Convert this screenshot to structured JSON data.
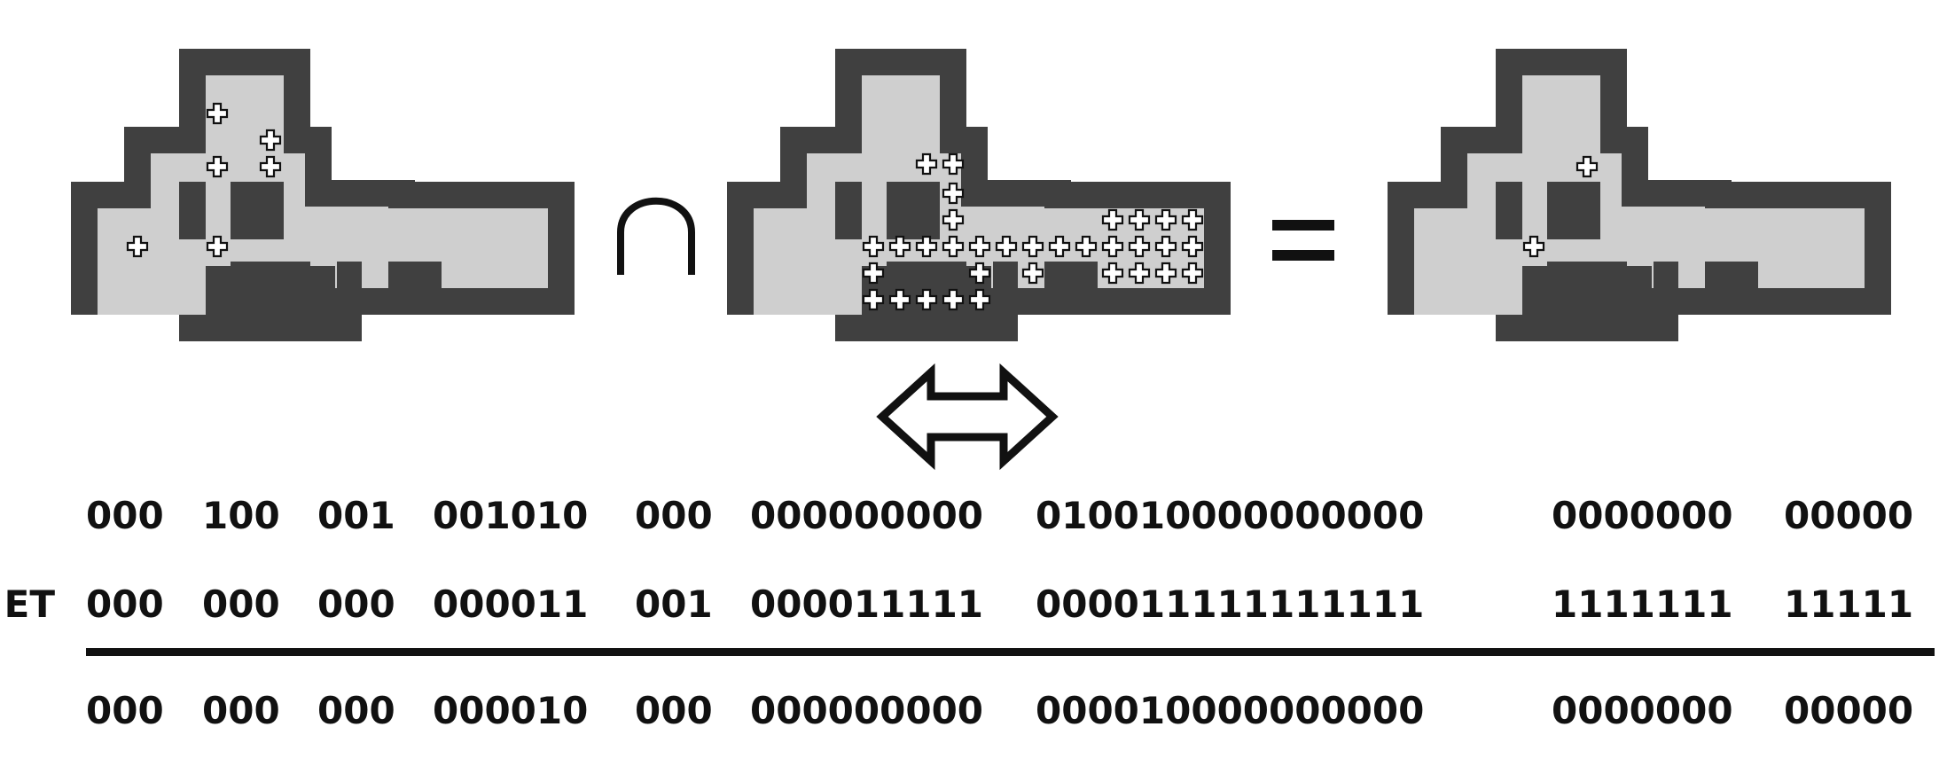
{
  "colors": {
    "wall": "#404040",
    "floor": "#cfcfcf",
    "outline": "#111111",
    "marker_fill": "#ffffff",
    "text": "#111111"
  },
  "operators": {
    "intersection": "∩",
    "equals": "="
  },
  "icons": [
    "double-arrow-icon",
    "plus-marker-icon"
  ],
  "rows": {
    "top": {
      "label": "",
      "groups": [
        "000",
        "100",
        "001",
        "001010",
        "000",
        "000000000",
        "010010000000000",
        "0000000",
        "00000"
      ]
    },
    "middle": {
      "label": "ET",
      "groups": [
        "000",
        "000",
        "000",
        "000011",
        "001",
        "000011111",
        "000011111111111",
        "1111111",
        "11111"
      ]
    },
    "result": {
      "label": "",
      "groups": [
        "000",
        "000",
        "000",
        "000010",
        "000",
        "000000000",
        "000010000000000",
        "0000000",
        "00000"
      ]
    }
  }
}
